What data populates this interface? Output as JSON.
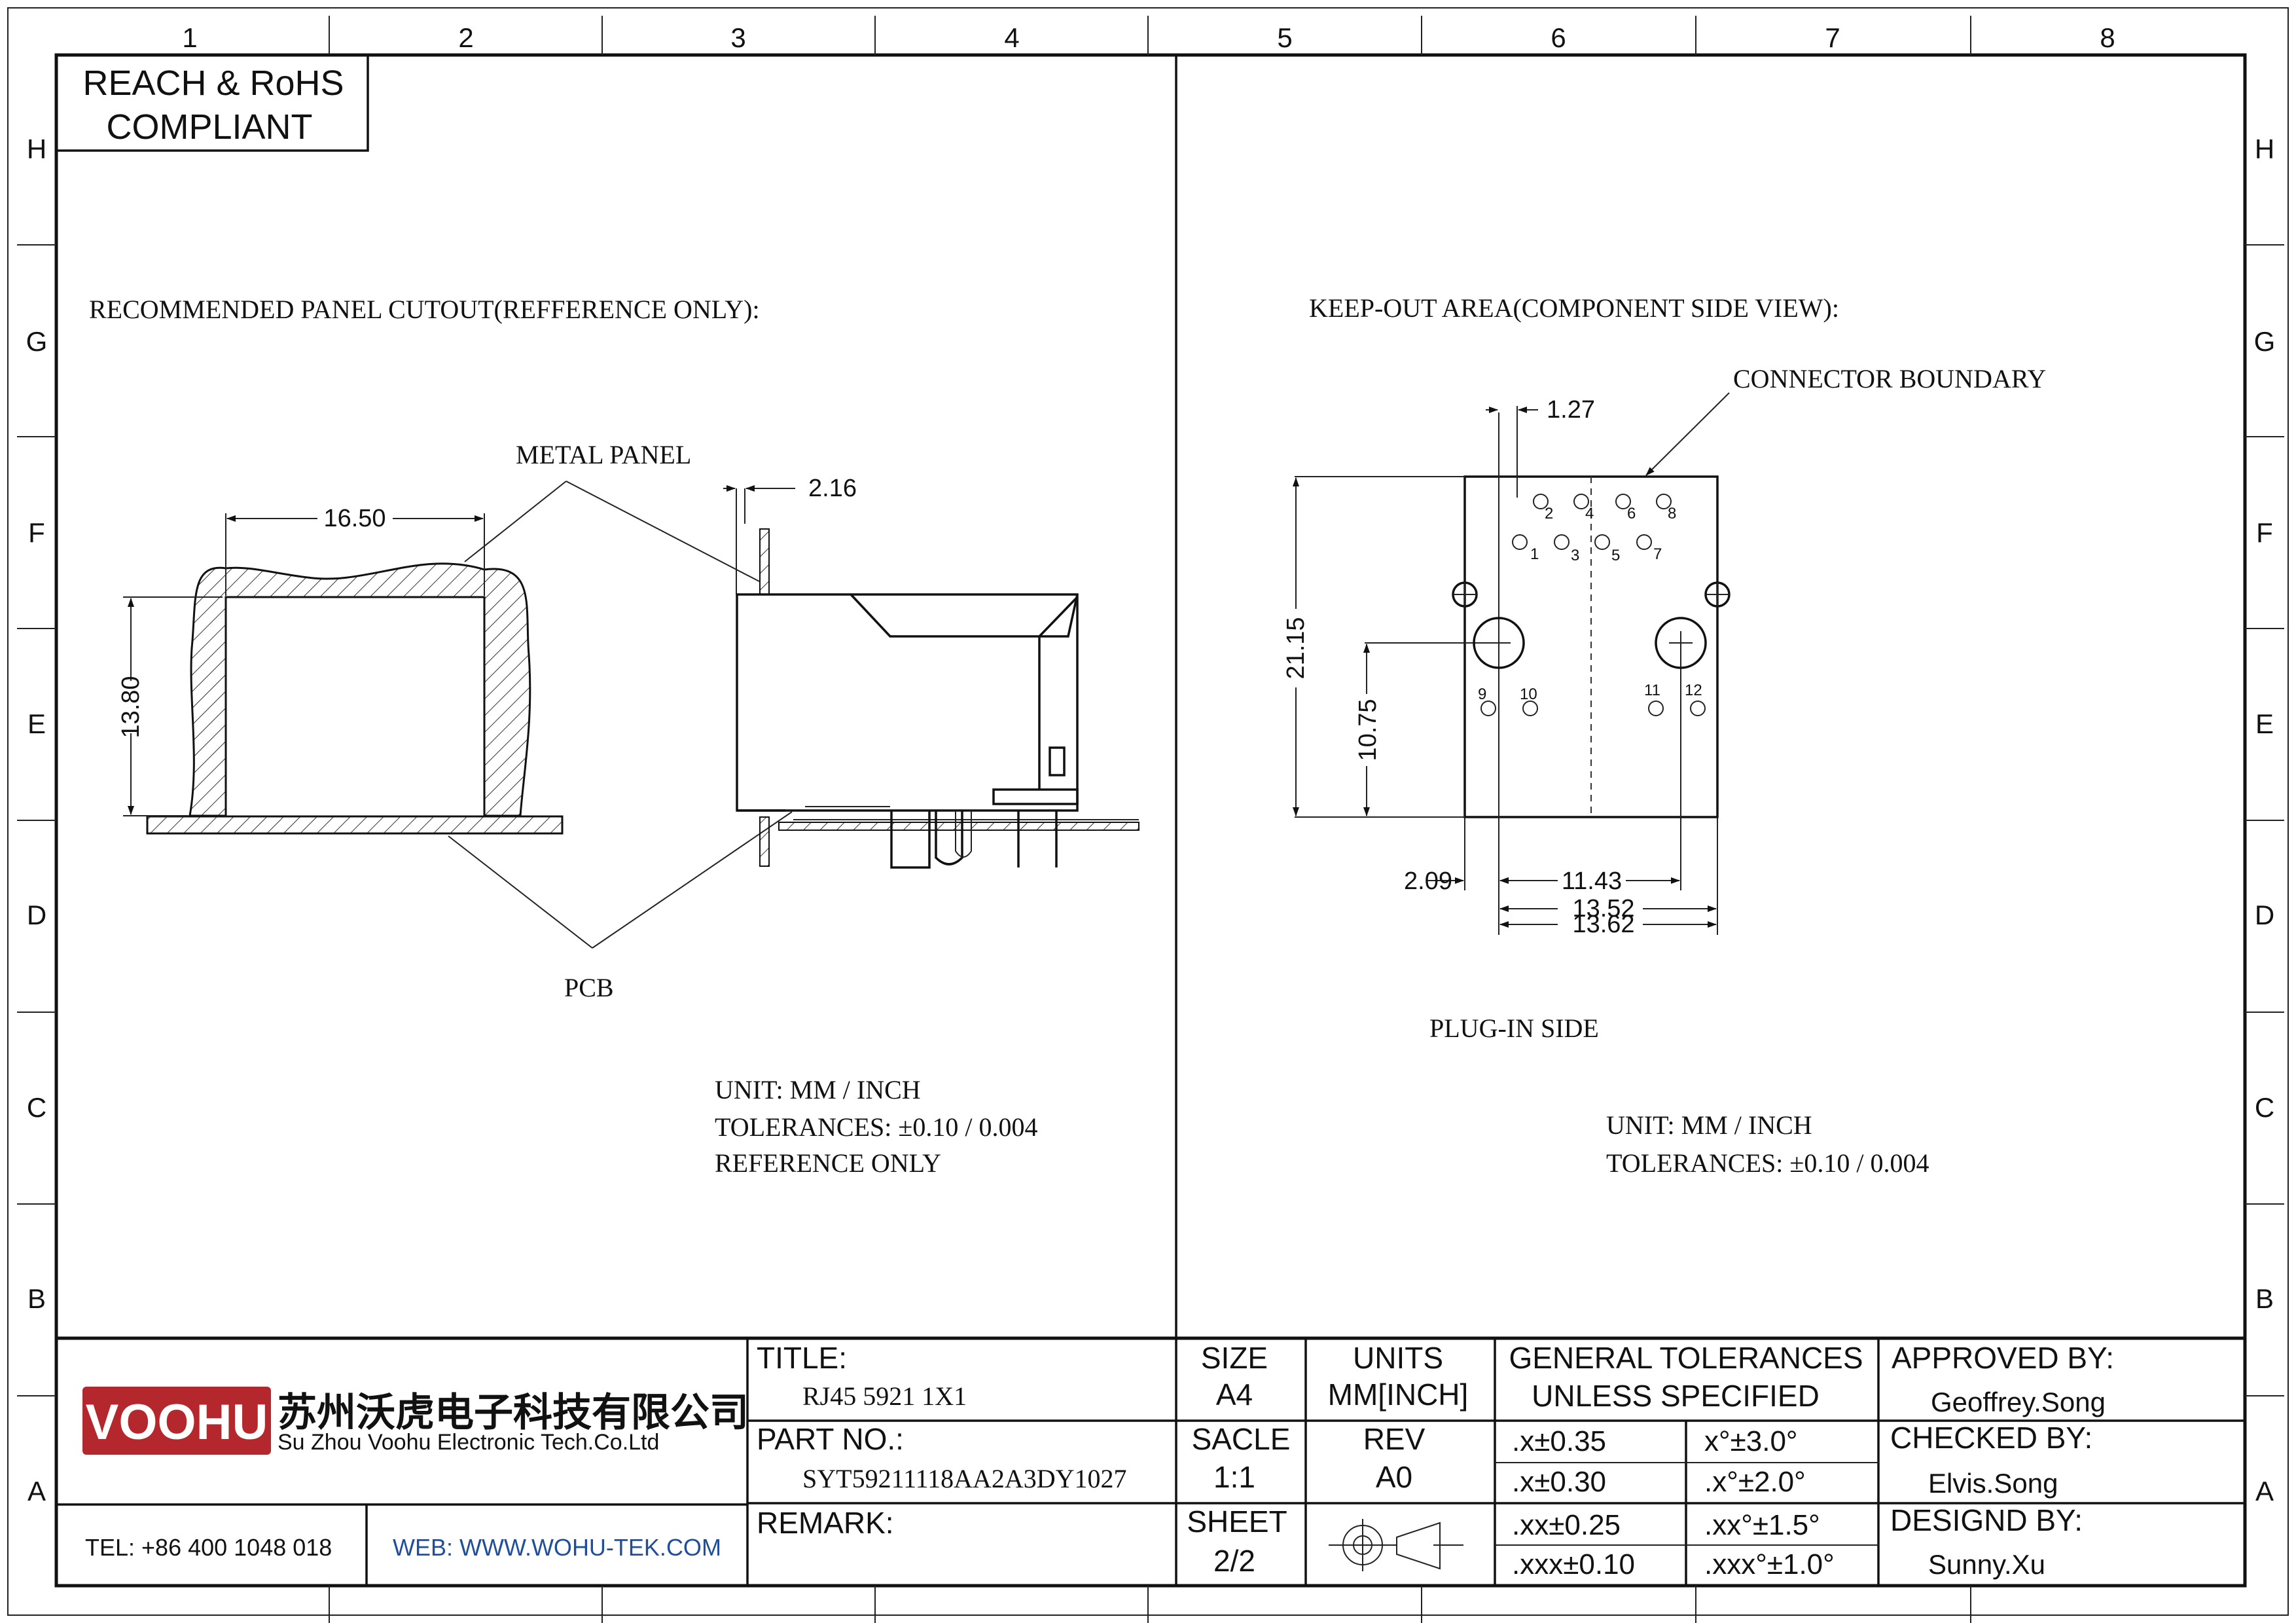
{
  "frame": {
    "columns": [
      "1",
      "2",
      "3",
      "4",
      "5",
      "6",
      "7",
      "8"
    ],
    "rows": [
      "H",
      "G",
      "F",
      "E",
      "D",
      "C",
      "B",
      "A"
    ]
  },
  "compliance": {
    "line1": "REACH & RoHS",
    "line2": "COMPLIANT"
  },
  "left_view": {
    "heading": "RECOMMENDED PANEL CUTOUT(REFFERENCE ONLY):",
    "metal_panel_label": "METAL PANEL",
    "pcb_label": "PCB",
    "dim_width": "16.50",
    "dim_height": "13.80",
    "dim_panel": "2.16",
    "notes": [
      "UNIT: MM / INCH",
      "TOLERANCES: ±0.10 / 0.004",
      "REFERENCE ONLY"
    ]
  },
  "right_view": {
    "heading": "KEEP-OUT AREA(COMPONENT SIDE VIEW):",
    "boundary_label": "CONNECTOR BOUNDARY",
    "plug_in_label": "PLUG-IN SIDE",
    "dims": {
      "d127": "1.27",
      "d2115": "21.15",
      "d1075": "10.75",
      "d209": "2.09",
      "d1143": "11.43",
      "d1352": "13.52",
      "d1362": "13.62"
    },
    "pins_top": [
      "2",
      "4",
      "6",
      "8"
    ],
    "pins_mid": [
      "1",
      "3",
      "5",
      "7"
    ],
    "pins_bottom": [
      "9",
      "10",
      "11",
      "12"
    ],
    "notes": [
      "UNIT: MM / INCH",
      "TOLERANCES: ±0.10 / 0.004"
    ]
  },
  "title_block": {
    "logo_text": "VOOHU",
    "company_cn": "苏州沃虎电子科技有限公司",
    "company_en": "Su Zhou Voohu Electronic Tech.Co.Ltd",
    "tel": "TEL: +86 400 1048 018",
    "web": "WEB: WWW.WOHU-TEK.COM",
    "title_label": "TITLE:",
    "title_value": "RJ45 5921 1X1",
    "part_label": "PART NO.:",
    "part_value": "SYT59211118AA2A3DY1027",
    "remark_label": "REMARK:",
    "size_label": "SIZE",
    "size_value": "A4",
    "units_label": "UNITS",
    "units_value": "MM[INCH]",
    "scale_label": "SACLE",
    "scale_value": "1:1",
    "rev_label": "REV",
    "rev_value": "A0",
    "sheet_label": "SHEET",
    "sheet_value": "2/2",
    "tol_title1": "GENERAL TOLERANCES",
    "tol_title2": "UNLESS SPECIFIED",
    "tol": [
      [
        ".x±0.35",
        "x°±3.0°"
      ],
      [
        ".x±0.30",
        ".x°±2.0°"
      ],
      [
        ".xx±0.25",
        ".xx°±1.5°"
      ],
      [
        ".xxx±0.10",
        ".xxx°±1.0°"
      ]
    ],
    "approved_label": "APPROVED BY:",
    "approved_value": "Geoffrey.Song",
    "checked_label": "CHECKED BY:",
    "checked_value": "Elvis.Song",
    "designed_label": "DESIGND BY:",
    "designed_value": "Sunny.Xu"
  }
}
